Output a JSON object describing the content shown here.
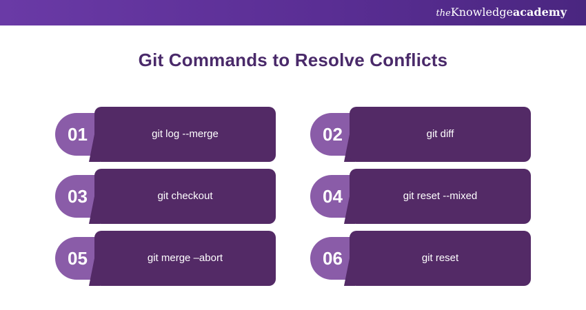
{
  "header": {
    "brand_the": "the",
    "brand_knowledge": "Knowledge",
    "brand_academy": "academy"
  },
  "title": "Git Commands to Resolve Conflicts",
  "items": [
    {
      "number": "01",
      "label": "git log --merge"
    },
    {
      "number": "02",
      "label": "git diff"
    },
    {
      "number": "03",
      "label": "git checkout"
    },
    {
      "number": "04",
      "label": "git reset --mixed"
    },
    {
      "number": "05",
      "label": "git merge –abort"
    },
    {
      "number": "06",
      "label": "git reset"
    }
  ],
  "colors": {
    "header_bar": "#5a2e94",
    "title": "#4a2a6a",
    "badge": "#8a5ca8",
    "card": "#532a66"
  }
}
